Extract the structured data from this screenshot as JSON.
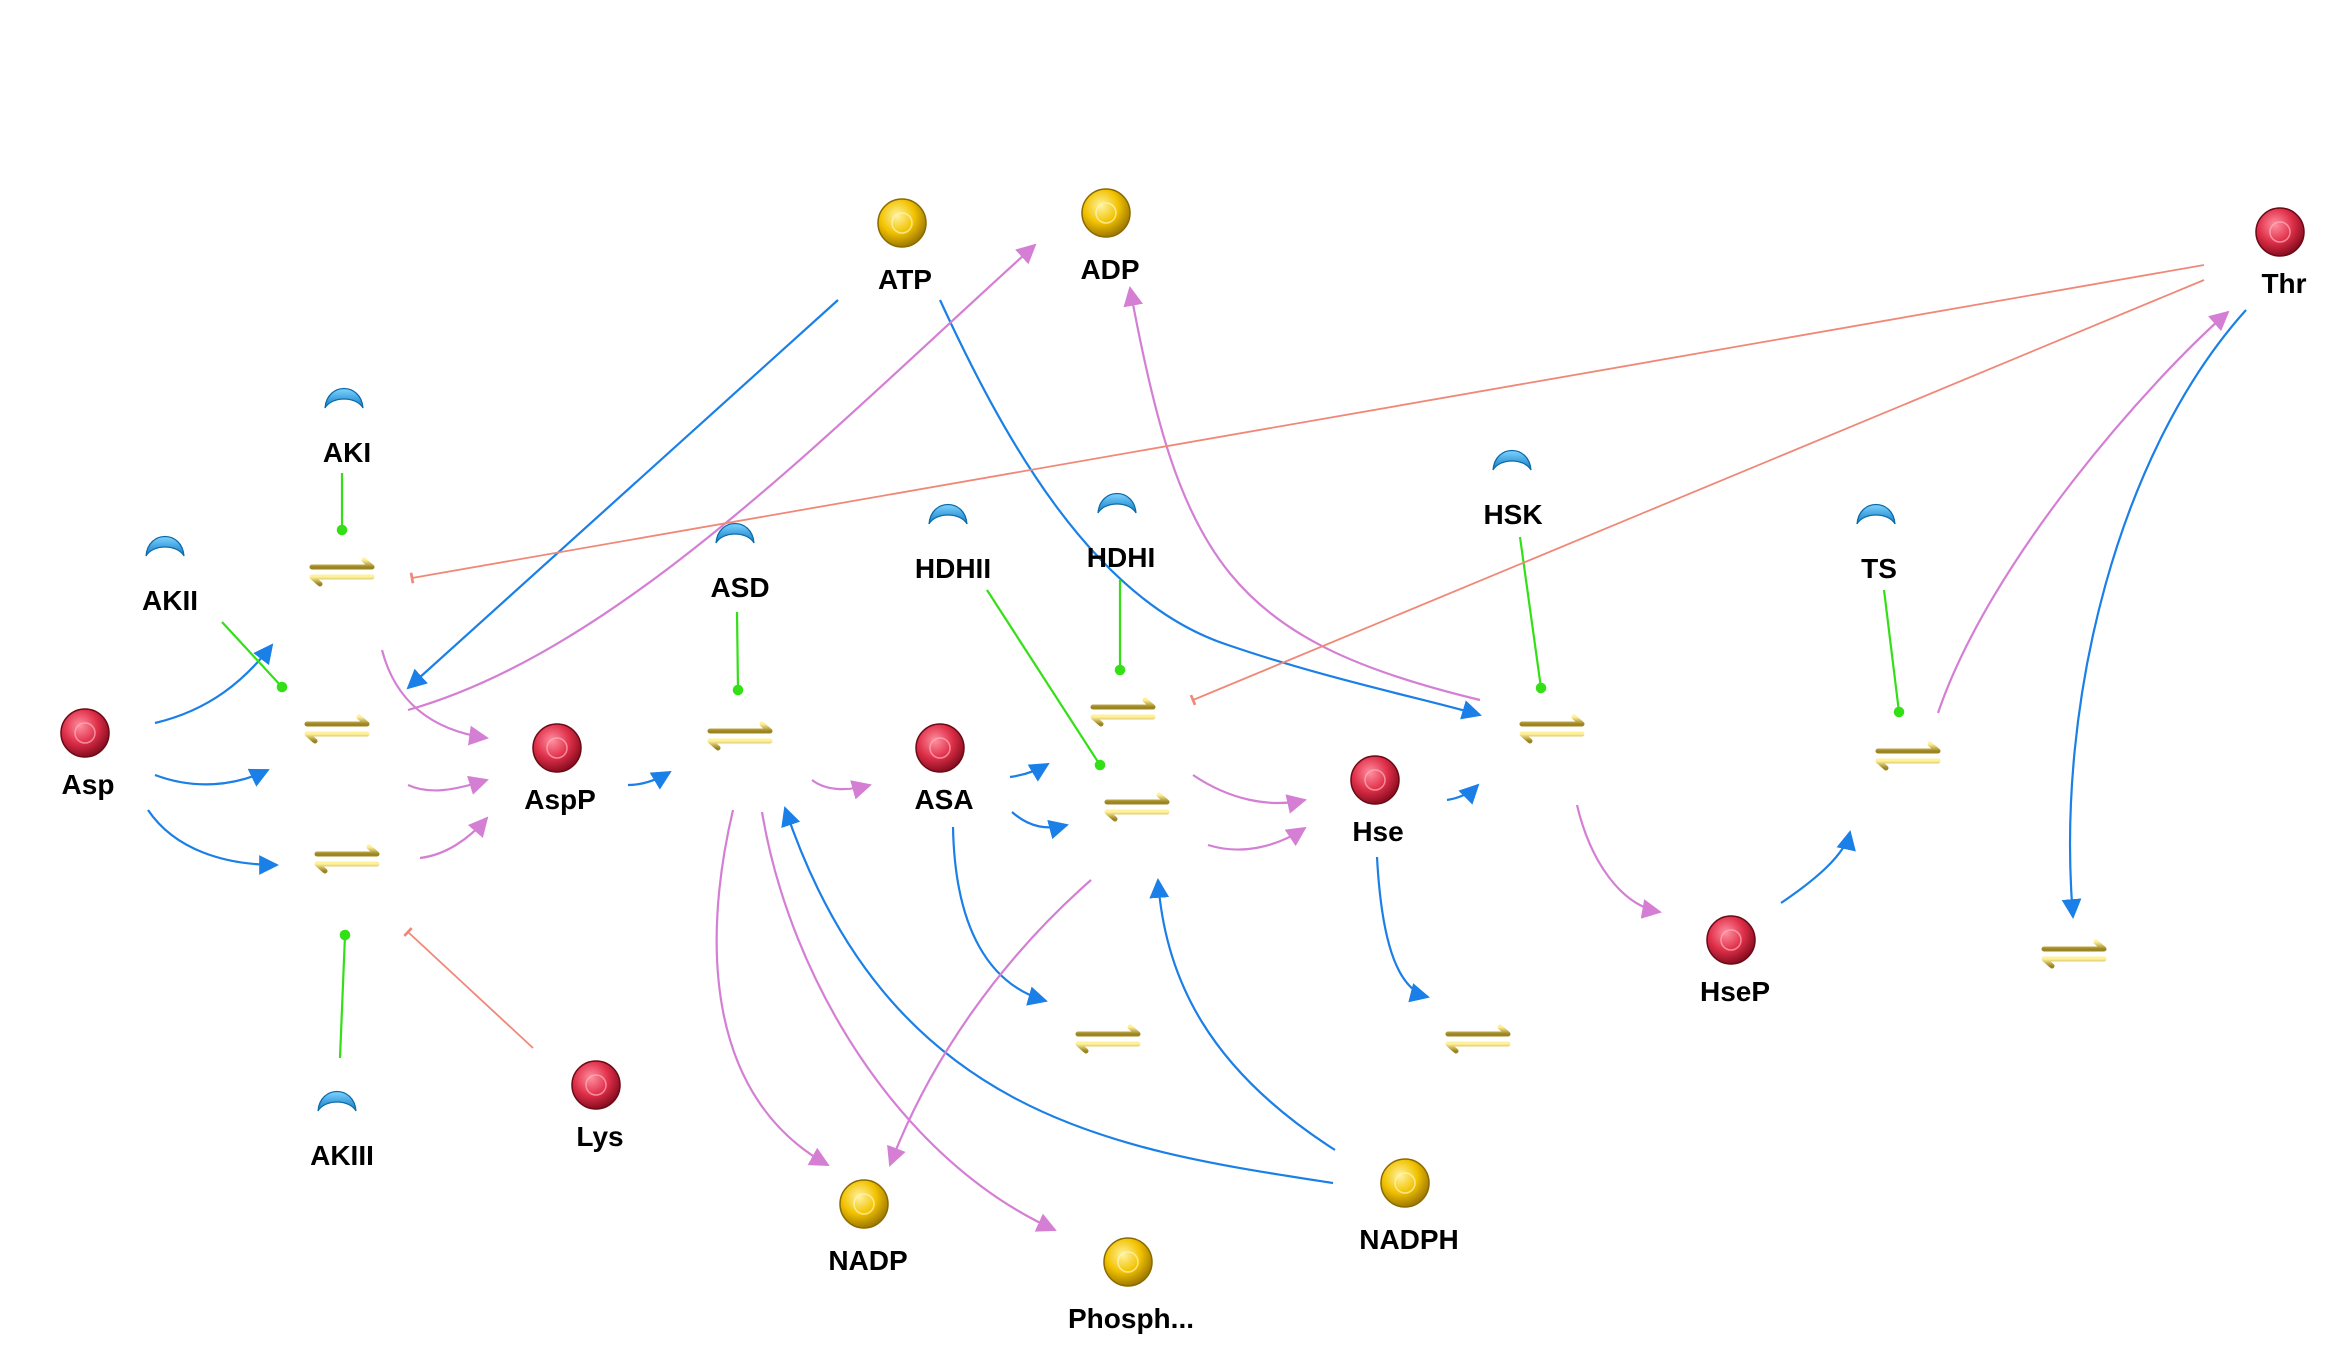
{
  "diagram": {
    "metabolites": [
      {
        "id": "asp",
        "label": "Asp"
      },
      {
        "id": "aspp",
        "label": "AspP"
      },
      {
        "id": "asa",
        "label": "ASA"
      },
      {
        "id": "hse",
        "label": "Hse"
      },
      {
        "id": "hsep",
        "label": "HseP"
      },
      {
        "id": "thr",
        "label": "Thr"
      },
      {
        "id": "lys",
        "label": "Lys"
      }
    ],
    "cofactors": [
      {
        "id": "atp",
        "label": "ATP"
      },
      {
        "id": "adp",
        "label": "ADP"
      },
      {
        "id": "nadp",
        "label": "NADP"
      },
      {
        "id": "nadph",
        "label": "NADPH"
      },
      {
        "id": "phosph",
        "label": "Phosph..."
      }
    ],
    "enzymes": [
      {
        "id": "aki",
        "label": "AKI"
      },
      {
        "id": "akii",
        "label": "AKII"
      },
      {
        "id": "akiii",
        "label": "AKIII"
      },
      {
        "id": "asd",
        "label": "ASD"
      },
      {
        "id": "hdhii",
        "label": "HDHII"
      },
      {
        "id": "hdhi",
        "label": "HDHI"
      },
      {
        "id": "hsk",
        "label": "HSK"
      },
      {
        "id": "ts",
        "label": "TS"
      }
    ],
    "colors": {
      "metabolite": "#e0304a",
      "cofactor": "#f2c200",
      "enzyme": "#1fa3e0",
      "reaction": "#c9b037",
      "substrate_edge": "#1a7fe6",
      "product_edge": "#d47fd4",
      "catalysis_edge": "#33e016",
      "inhibition_edge": "#f08878"
    }
  }
}
